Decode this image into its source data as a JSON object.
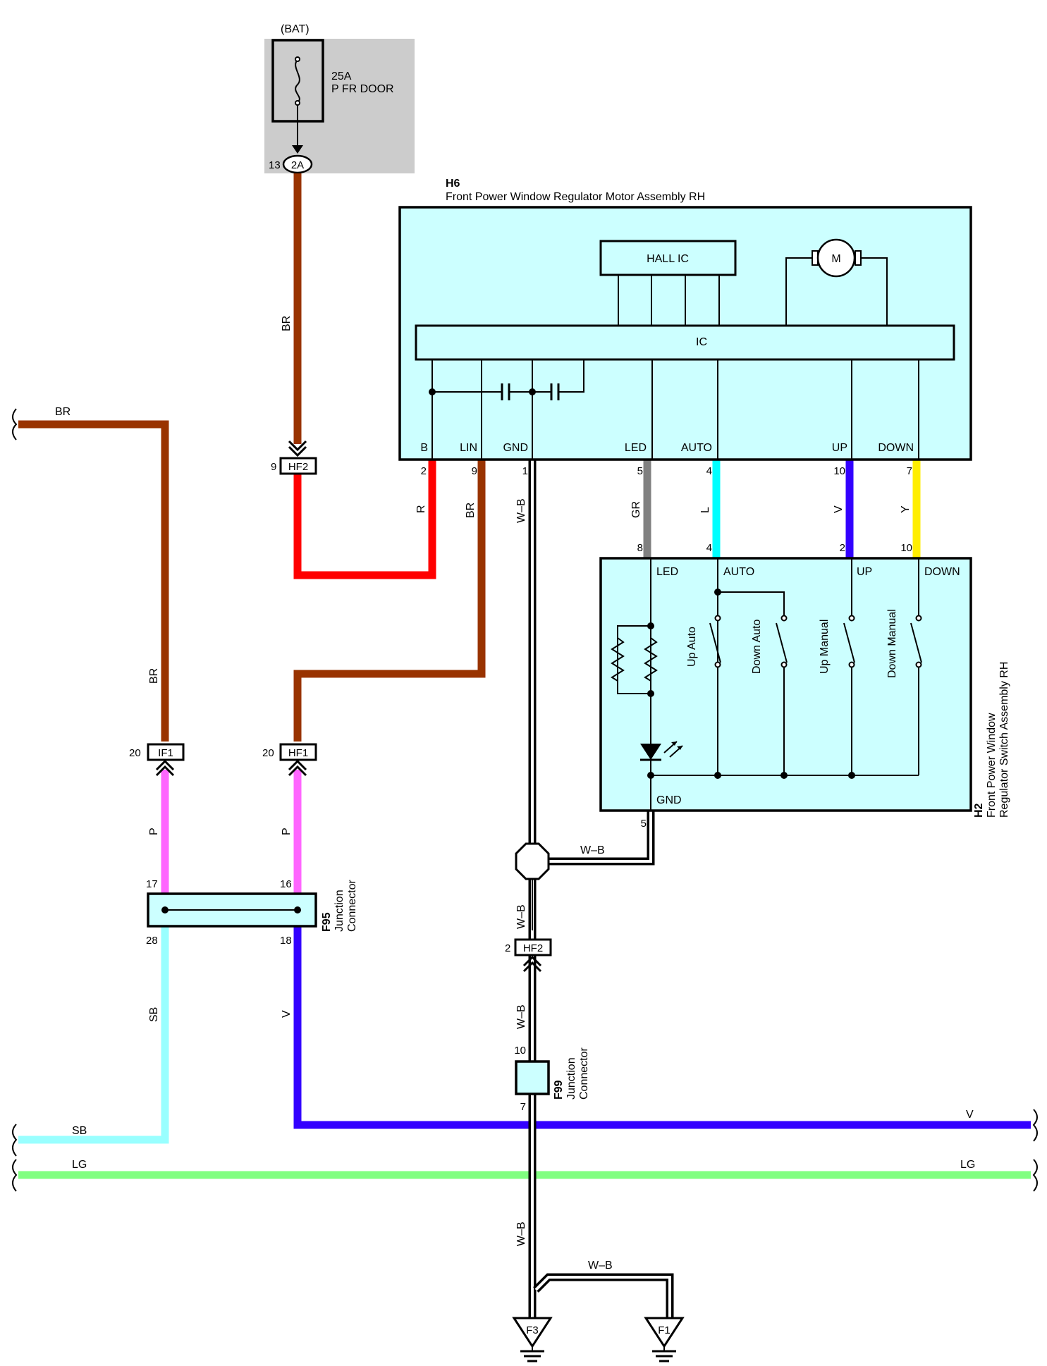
{
  "colors": {
    "BR": "#993300",
    "R": "#ff0000",
    "GR": "#808080",
    "L": "#00ffff",
    "V": "#3300ff",
    "Y": "#ffee00",
    "P": "#ff66ff",
    "SB": "#99ffff",
    "LG": "#80ff80",
    "W-B": "#ffffff",
    "component_fill": "#ccffff",
    "fuse_box_fill": "#cccccc"
  },
  "fuse": {
    "source": "(BAT)",
    "rating": "25A",
    "name": "P FR DOOR",
    "connector": "2A",
    "pin": "13"
  },
  "h6": {
    "code": "H6",
    "name": "Front Power Window Regulator Motor Assembly RH",
    "hall_ic": "HALL IC",
    "motor": "M",
    "ic": "IC",
    "terminals": [
      {
        "name": "B",
        "pin": "2",
        "wire": "R"
      },
      {
        "name": "LIN",
        "pin": "9",
        "wire": "BR"
      },
      {
        "name": "GND",
        "pin": "1",
        "wire": "W–B"
      },
      {
        "name": "LED",
        "pin": "5",
        "wire": "GR"
      },
      {
        "name": "AUTO",
        "pin": "4",
        "wire": "L"
      },
      {
        "name": "UP",
        "pin": "10",
        "wire": "V"
      },
      {
        "name": "DOWN",
        "pin": "7",
        "wire": "Y"
      }
    ]
  },
  "h2": {
    "code": "H2",
    "name_line1": "Front Power Window",
    "name_line2": "Regulator Switch Assembly RH",
    "terminals": [
      {
        "name": "LED",
        "pin": "8"
      },
      {
        "name": "AUTO",
        "pin": "4"
      },
      {
        "name": "UP",
        "pin": "2"
      },
      {
        "name": "DOWN",
        "pin": "10"
      },
      {
        "name": "GND",
        "pin": "5"
      }
    ],
    "switches": [
      "Up Auto",
      "Down Auto",
      "Up Manual",
      "Down Manual"
    ]
  },
  "connectors": {
    "hf2_top": {
      "label": "HF2",
      "pin": "9"
    },
    "if1": {
      "label": "IF1",
      "pin": "20"
    },
    "hf1": {
      "label": "HF1",
      "pin": "20"
    },
    "hf2_mid": {
      "label": "HF2",
      "pin": "2"
    }
  },
  "f95": {
    "code": "F95",
    "line1": "Junction",
    "line2": "Connector",
    "pin_tl": "17",
    "pin_tr": "16",
    "pin_bl": "28",
    "pin_br": "18"
  },
  "f99": {
    "code": "F99",
    "line1": "Junction",
    "line2": "Connector",
    "pin_top": "10",
    "pin_bottom": "7"
  },
  "wire_labels": {
    "br_fuse": "BR",
    "br_left_top": "BR",
    "br_if1": "BR",
    "r": "R",
    "br_lin": "BR",
    "wb_gnd": "W–B",
    "gr": "GR",
    "l": "L",
    "v_up": "V",
    "y": "Y",
    "p_left": "P",
    "p_right": "P",
    "sb_vert": "SB",
    "v_vert": "V",
    "wb_splice": "W–B",
    "wb_mid1": "W–B",
    "wb_mid2": "W–B",
    "wb_low": "W–B",
    "wb_ground": "W–B",
    "sb_left": "SB",
    "lg_left": "LG",
    "lg_right": "LG",
    "v_right": "V"
  },
  "grounds": [
    "F3",
    "F1"
  ]
}
